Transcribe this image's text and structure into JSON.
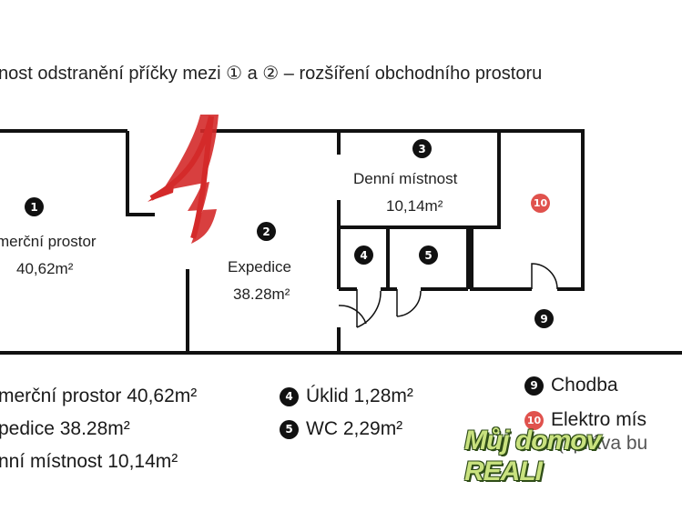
{
  "headline": "nost odstranění příčky mezi ① a ② – rozšíření obchodního prostoru",
  "rooms": {
    "r1": {
      "number": "1",
      "name": "merční prostor",
      "area": "40,62m²"
    },
    "r2": {
      "number": "2",
      "name": "Expedice",
      "area": "38.28m²"
    },
    "r3": {
      "number": "3",
      "name": "Denní místnost",
      "area": "10,14m²"
    },
    "r4": {
      "number": "4"
    },
    "r5": {
      "number": "5"
    },
    "r9": {
      "number": "9"
    },
    "r10": {
      "number": "10"
    }
  },
  "legend": {
    "l1": {
      "text": "merční prostor 40,62m²"
    },
    "l2": {
      "text": "pedice 38.28m²"
    },
    "l3": {
      "text": "nní místnost 10,14m²"
    },
    "l4": {
      "number": "4",
      "text": "Úklid 1,28m²"
    },
    "l5": {
      "number": "5",
      "text": "WC 2,29m²"
    },
    "l9": {
      "number": "9",
      "text": "Chodba"
    },
    "l10": {
      "number": "10",
      "text": "Elektro mís",
      "text2": "(správa bu"
    }
  },
  "brand": "Můj domov REALI",
  "colors": {
    "wall": "#111111",
    "arrow": "#d42a2a",
    "badge_red": "#e0524d",
    "brand": "#c9e27f"
  }
}
